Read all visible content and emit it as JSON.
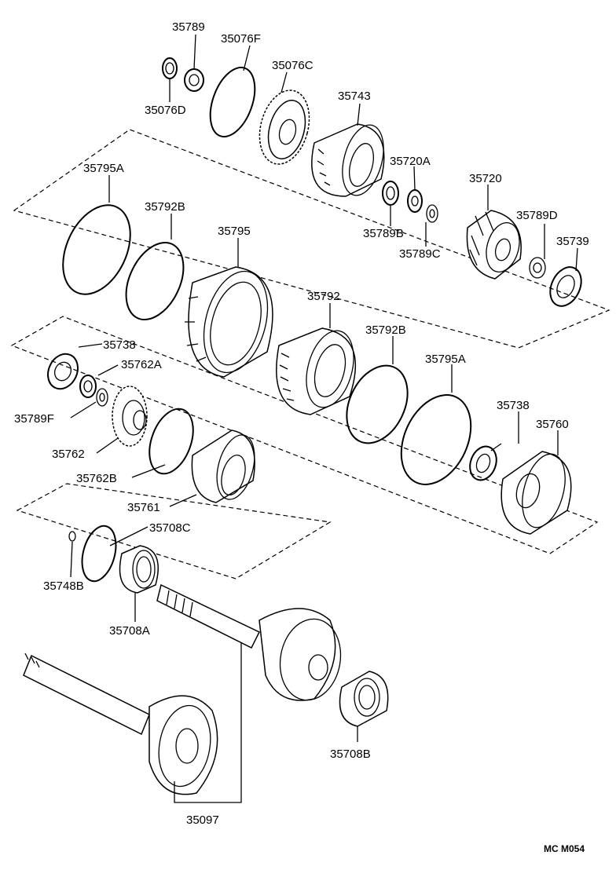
{
  "labels": {
    "p35789": "35789",
    "p35076F": "35076F",
    "p35076C": "35076C",
    "p35076D": "35076D",
    "p35743": "35743",
    "p35720A": "35720A",
    "p35720": "35720",
    "p35795A_top": "35795A",
    "p35792B_top": "35792B",
    "p35795": "35795",
    "p35789B": "35789B",
    "p35789C": "35789C",
    "p35789D": "35789D",
    "p35739": "35739",
    "p35738_left": "35738",
    "p35762A": "35762A",
    "p35792": "35792",
    "p35792B_mid": "35792B",
    "p35795A_mid": "35795A",
    "p35789F": "35789F",
    "p35738_right": "35738",
    "p35760": "35760",
    "p35762": "35762",
    "p35762B": "35762B",
    "p35761": "35761",
    "p35708C": "35708C",
    "p35748B": "35748B",
    "p35708A": "35708A",
    "p35708B": "35708B",
    "p35097": "35097"
  },
  "diagram_code": "MC  M054"
}
